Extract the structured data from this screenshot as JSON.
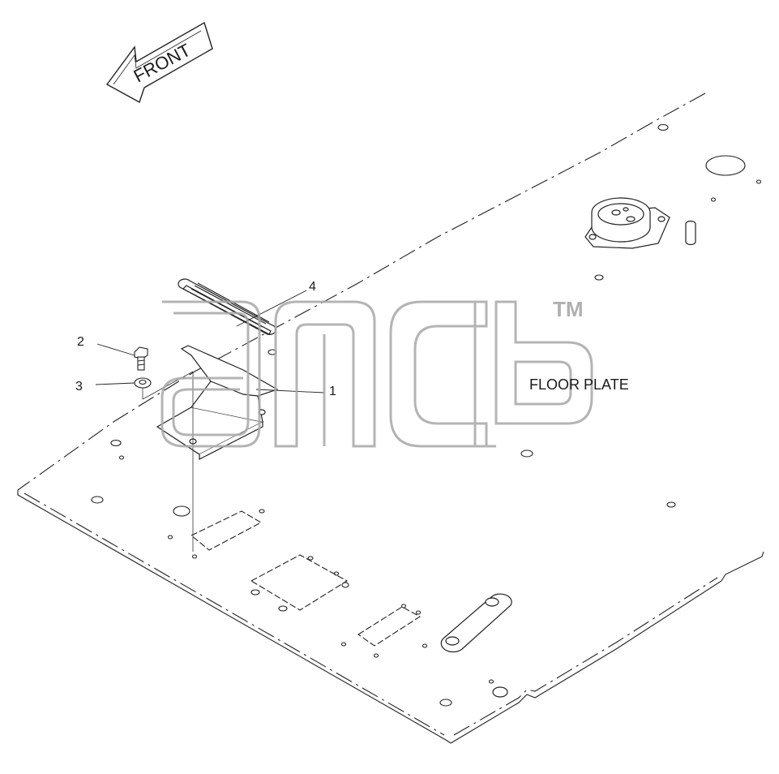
{
  "diagram": {
    "front_label": "FRONT",
    "part_title": "FLOOR PLATE",
    "watermark_tm": "TM",
    "callouts": [
      {
        "number": "1"
      },
      {
        "number": "2"
      },
      {
        "number": "3"
      },
      {
        "number": "4"
      }
    ]
  }
}
